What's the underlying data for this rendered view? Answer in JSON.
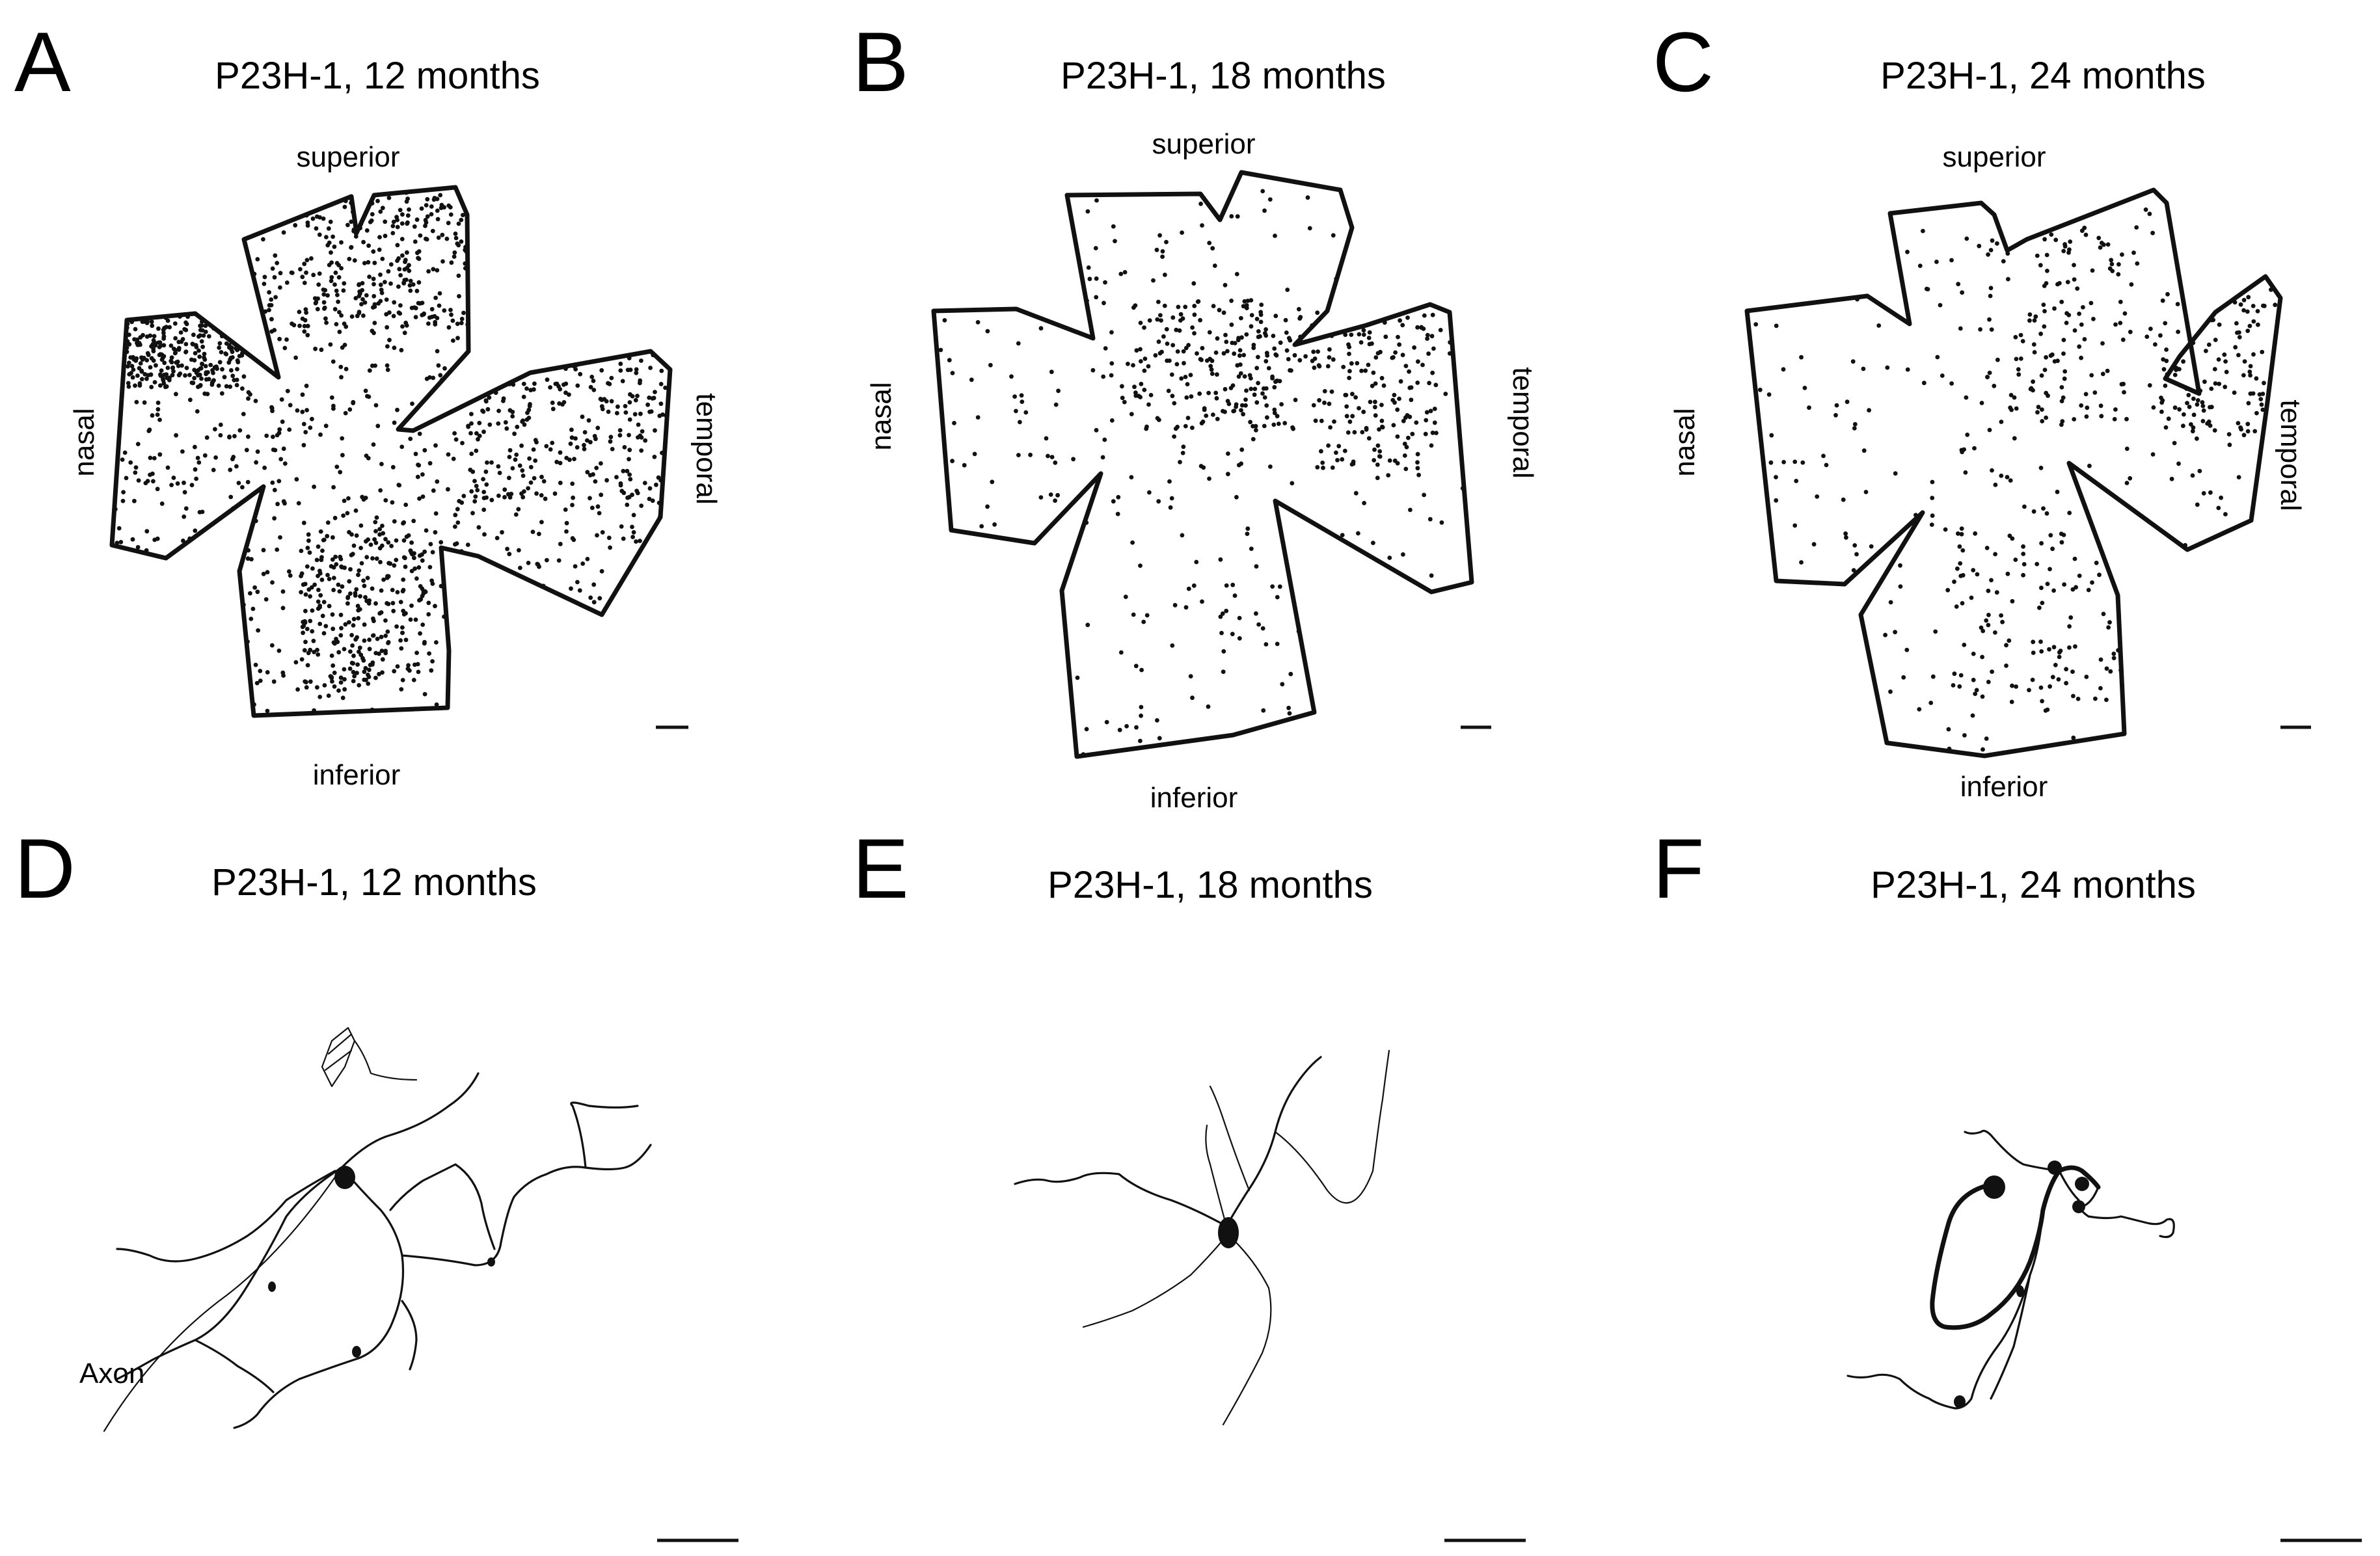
{
  "figure": {
    "panels_top": [
      {
        "letter": "A",
        "title": "P23H-1, 12 months",
        "superior": "superior",
        "inferior": "inferior",
        "nasal": "nasal",
        "temporal": "temporal"
      },
      {
        "letter": "B",
        "title": "P23H-1, 18 months",
        "superior": "superior",
        "inferior": "inferior",
        "nasal": "nasal",
        "temporal": "temporal"
      },
      {
        "letter": "C",
        "title": "P23H-1, 24 months",
        "superior": "superior",
        "inferior": "inferior",
        "nasal": "nasal",
        "temporal": "temporal"
      }
    ],
    "panels_bottom": [
      {
        "letter": "D",
        "title": "P23H-1, 12 months",
        "axon_label": "Axon"
      },
      {
        "letter": "E",
        "title": "P23H-1, 18 months"
      },
      {
        "letter": "F",
        "title": "P23H-1, 24 months"
      }
    ]
  }
}
